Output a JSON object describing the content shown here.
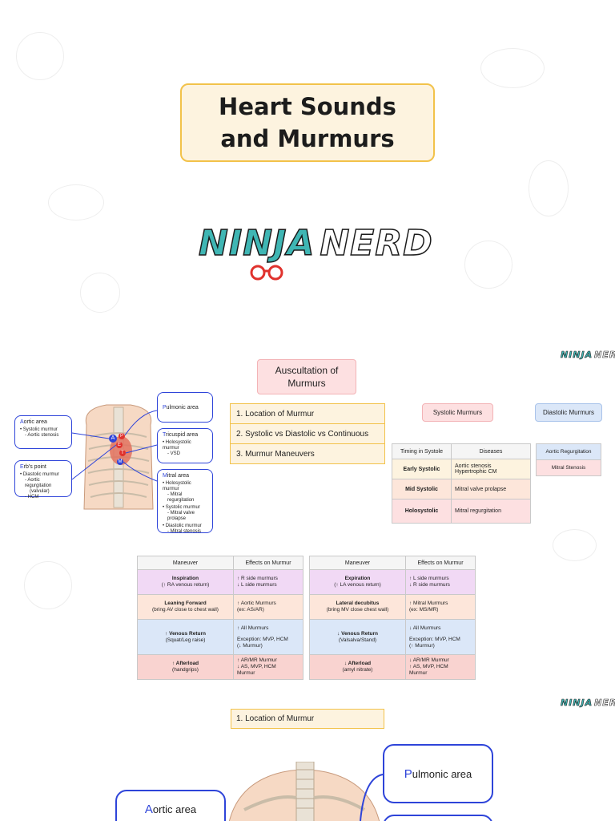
{
  "title": "Heart Sounds and Murmurs",
  "logo": {
    "ninja": "NINJA",
    "nerd": "NERD"
  },
  "auscultation_title": "Auscultation of Murmurs",
  "outline": [
    "1. Location of Murmur",
    "2. Systolic vs Diastolic vs Continuous",
    "3. Murmur Maneuvers"
  ],
  "diagram": {
    "pulmonic": {
      "cap": "P",
      "rest": "ulmonic area",
      "lines": []
    },
    "aortic": {
      "cap": "A",
      "rest": "ortic area",
      "lines": [
        "• Systolic murmur",
        "  - Aortic stenosis"
      ]
    },
    "tricuspid": {
      "cap": "T",
      "rest": "ricuspid area",
      "lines": [
        "• Holosystolic murmur",
        "  - VSD"
      ]
    },
    "erbs": {
      "cap": "E",
      "rest": "rb's point",
      "lines": [
        "• Diastolic murmur",
        "  - Aortic regurgitation",
        "    (valvular)",
        "  - HCM"
      ]
    },
    "mitral": {
      "cap": "M",
      "rest": "itral area",
      "lines": [
        "• Holosystolic murmur",
        "  - Mitral regurgitation",
        "• Systolic murmur",
        "  - Mitral valve prolapse",
        "• Diastolic murmur",
        "  - Mitral stenosis"
      ]
    },
    "markers": [
      "A",
      "P",
      "E",
      "T",
      "M"
    ]
  },
  "systolic_label": "Systolic Murmurs",
  "diastolic_label": "Diastolic Murmurs",
  "systolic_table": {
    "headers": [
      "Timing in Systole",
      "Diseases"
    ],
    "rows": [
      {
        "timing": "Early Systolic",
        "disease_1": "Aortic stenosis",
        "disease_2": "Hypertrophic CM"
      },
      {
        "timing": "Mid Systolic",
        "disease_1": "Mitral valve prolapse",
        "disease_2": ""
      },
      {
        "timing": "Holosystolic",
        "disease_1": "Mitral regurgitation",
        "disease_2": ""
      }
    ]
  },
  "diastolic_table": [
    "Aortic Regurgitation",
    "Mitral Stenosis"
  ],
  "maneuvers_left": {
    "headers": [
      "Maneuver",
      "Effects on Murmur"
    ],
    "rows": [
      {
        "name": "Inspiration",
        "sub": "(↑ RA venous return)",
        "e1": "↑ R side murmurs",
        "e2": "↓ L side murmurs",
        "e3": ""
      },
      {
        "name": "Leaning Forward",
        "sub": "(bring AV close to chest wall)",
        "e1": "↑ Aortic Murmurs",
        "e2": "(ex: AS/AR)",
        "e3": ""
      },
      {
        "name": "↑ Venous Return",
        "sub": "(Squat/Leg raise)",
        "e1": "↑ All Murmurs",
        "e2": "Exception: MVP, HCM",
        "e3": "(↓ Murmur)"
      },
      {
        "name": "↑ Afterload",
        "sub": "(handgrips)",
        "e1": "↑ AR/MR Murmur",
        "e2": "↓ AS, MVP, HCM",
        "e3": "Murmur"
      }
    ]
  },
  "maneuvers_right": {
    "headers": [
      "Maneuver",
      "Effects on Murmur"
    ],
    "rows": [
      {
        "name": "Expiration",
        "sub": "(↑ LA venous return)",
        "e1": "↑ L side murmurs",
        "e2": "↓ R side murmurs",
        "e3": ""
      },
      {
        "name": "Lateral decubitus",
        "sub": "(bring MV close chest wall)",
        "e1": "↑ Mitral Murmurs",
        "e2": "(ex: MS/MR)",
        "e3": ""
      },
      {
        "name": "↓ Venous Return",
        "sub": "(Valsalva/Stand)",
        "e1": "↓ All Murmurs",
        "e2": "Exception: MVP, HCM",
        "e3": "(↑ Murmur)"
      },
      {
        "name": "↓ Afterload",
        "sub": "(amyl nitrate)",
        "e1": "↓ AR/MR Murmur",
        "e2": "↑ AS, MVP, HCM",
        "e3": "Murmur"
      }
    ]
  },
  "section_label": "1. Location of Murmur",
  "bottom_callouts": {
    "pulmonic": {
      "cap": "P",
      "rest": "ulmonic area"
    },
    "aortic": {
      "cap": "A",
      "rest": "ortic area"
    }
  },
  "colors": {
    "accent_yellow": "#f2c24a",
    "callout_blue": "#2e44d9",
    "logo_teal": "#3fb6b4"
  }
}
